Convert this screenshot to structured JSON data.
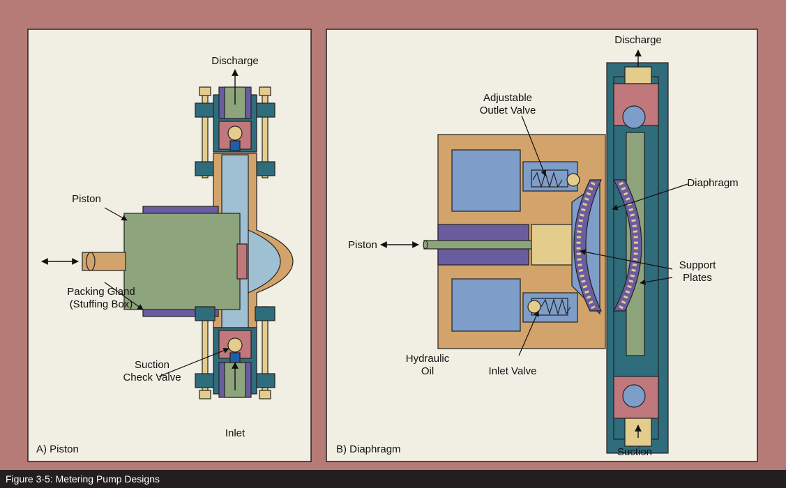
{
  "colors": {
    "frame": "#b77b77",
    "panel": "#f1eee3",
    "tan": "#d2a36a",
    "green": "#8da47c",
    "blue": "#7e9ec9",
    "light_blue": "#9fbfd3",
    "teal": "#2f6c7c",
    "purple": "#6a5d9f",
    "rose": "#c0787c",
    "gold": "#e4cc8c",
    "caption_bg": "#231f20"
  },
  "panel_a": {
    "tag": "A) Piston",
    "labels": {
      "discharge": "Discharge",
      "piston": "Piston",
      "packing_gland_1": "Packing Gland",
      "packing_gland_2": "(Stuffing Box)",
      "suction_1": "Suction",
      "suction_2": "Check Valve",
      "inlet": "Inlet"
    }
  },
  "panel_b": {
    "tag": "B) Diaphragm",
    "labels": {
      "discharge": "Discharge",
      "adjustable_1": "Adjustable",
      "adjustable_2": "Outlet Valve",
      "diaphragm": "Diaphragm",
      "piston": "Piston",
      "support_1": "Support",
      "support_2": "Plates",
      "hydraulic_1": "Hydraulic",
      "hydraulic_2": "Oil",
      "inlet_valve": "Inlet Valve",
      "suction": "Suction"
    }
  },
  "caption": "Figure 3-5: Metering Pump Designs"
}
